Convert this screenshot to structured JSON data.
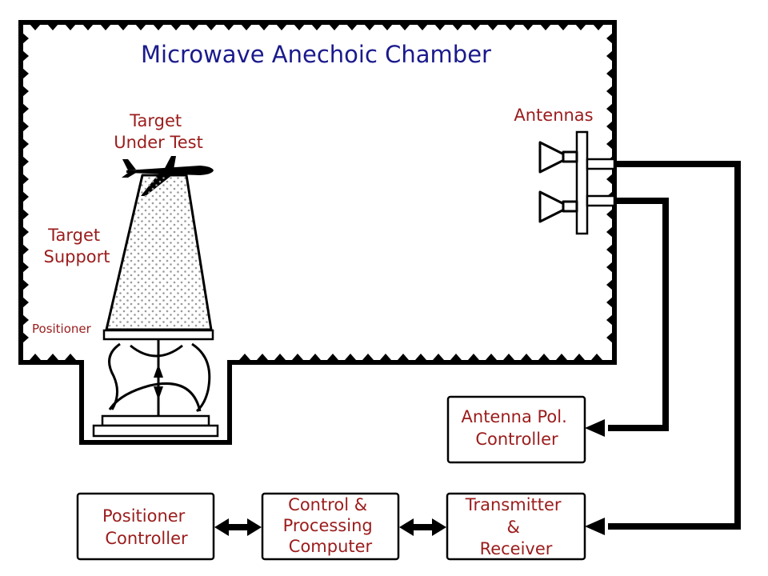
{
  "title": "Microwave Anechoic Chamber",
  "labels": {
    "target_under_test": [
      "Target",
      "Under Test"
    ],
    "target_support": [
      "Target",
      "Support"
    ],
    "positioner": "Positioner",
    "antennas": "Antennas"
  },
  "boxes": {
    "antenna_pol_controller": [
      "Antenna Pol.",
      "Controller"
    ],
    "positioner_controller": [
      "Positioner",
      "Controller"
    ],
    "control_processing_computer": [
      "Control &",
      "Processing",
      "Computer"
    ],
    "transmitter_receiver": [
      "Transmitter",
      "&",
      "Receiver"
    ]
  },
  "colors": {
    "title": "#1a1a8c",
    "labels": "#9b1c1c",
    "lines": "#000000"
  }
}
